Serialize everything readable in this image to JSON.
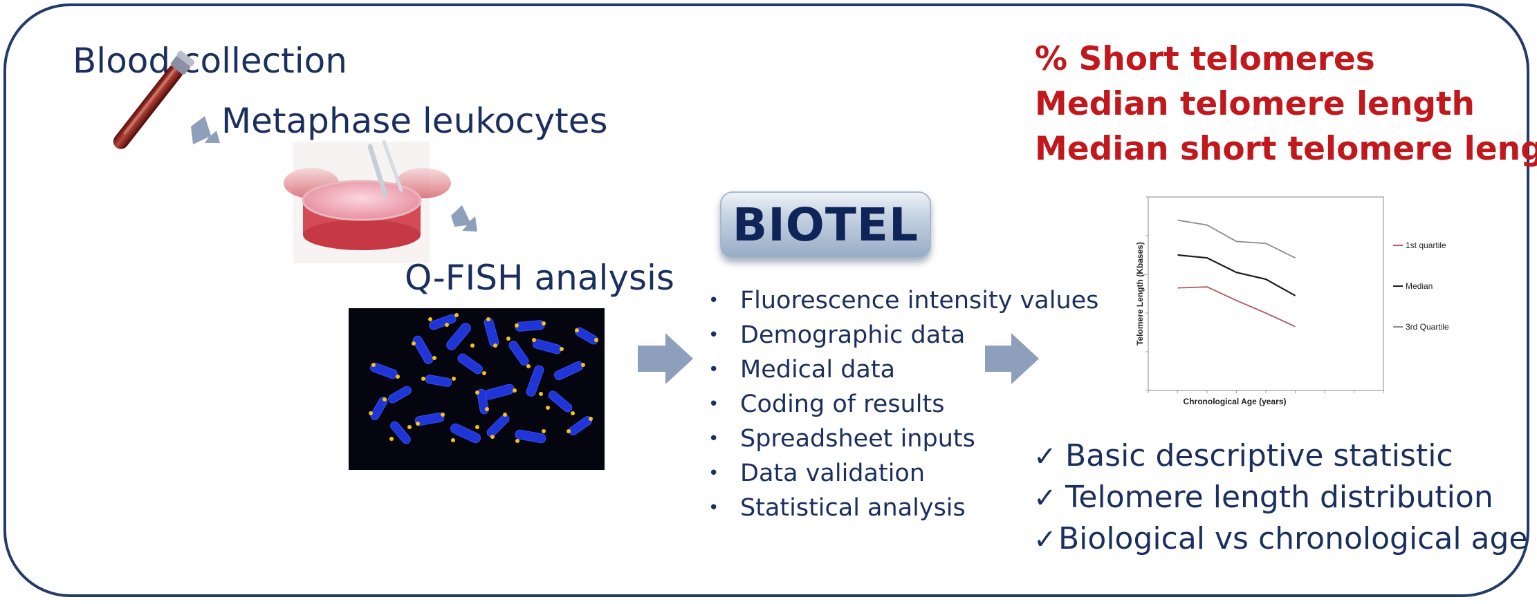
{
  "steps": {
    "blood": "Blood collection",
    "metaphase": "Metaphase leukocytes",
    "qfish": "Q-FISH analysis"
  },
  "biotel": "BIOTEL",
  "inputs": [
    "Fluorescence intensity values",
    "Demographic data",
    "Medical data",
    "Coding of results",
    "Spreadsheet inputs",
    "Data validation",
    "Statistical analysis"
  ],
  "outputs_title": [
    "% Short telomeres",
    "Median telomere length",
    "Median short telomere length"
  ],
  "checks": [
    "Basic descriptive statistic",
    "Telomere length distribution",
    "Biological vs chronological age"
  ],
  "bullet_glyph": "•",
  "check_glyph": "✓",
  "colors": {
    "navy": "#1b2f5e",
    "red": "#c0181c",
    "arrow": "#8e9fbb",
    "q1": "#b05a5f",
    "median": "#1a1a1a",
    "q3": "#8a8a8a"
  },
  "chart_data": {
    "type": "line",
    "xlabel": "Chronological Age  (years)",
    "ylabel": "Telomere Length (Kbases)",
    "legend_placement": "right",
    "grid": false,
    "x": [
      1,
      2,
      3,
      4,
      5
    ],
    "xlim": [
      0,
      8
    ],
    "ylim": [
      0,
      10
    ],
    "series": [
      {
        "name": "1st quartile",
        "values": [
          5.3,
          5.35,
          4.65,
          4.0,
          3.3
        ]
      },
      {
        "name": "Median",
        "values": [
          7.0,
          6.85,
          6.1,
          5.75,
          4.9
        ]
      },
      {
        "name": "3rd Quartile",
        "values": [
          8.8,
          8.55,
          7.7,
          7.6,
          6.85
        ]
      }
    ]
  }
}
